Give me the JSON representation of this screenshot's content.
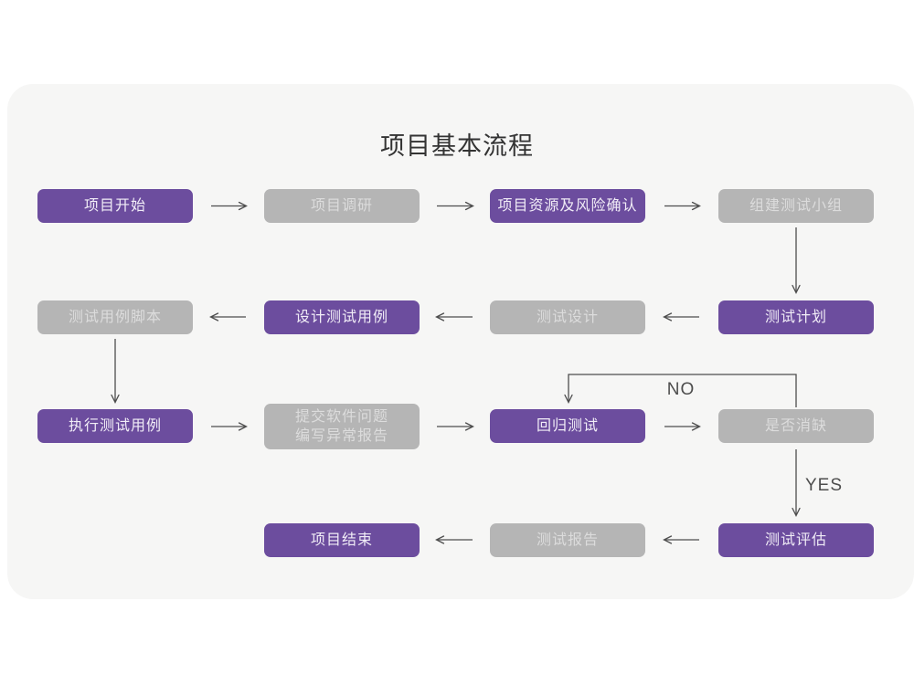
{
  "title": "项目基本流程",
  "decision_labels": {
    "no": "NO",
    "yes": "YES"
  },
  "colors": {
    "card_background": "#f6f6f5",
    "node_purple": "#6c4d9e",
    "node_purple_text": "#f1edf7",
    "node_gray": "#b5b5b5",
    "node_gray_text": "#dcdcdc",
    "arrow": "#4d4d4d",
    "title_text": "#333333"
  },
  "nodes": [
    {
      "id": "project-start",
      "label": "项目开始",
      "variant": "purple"
    },
    {
      "id": "project-research",
      "label": "项目调研",
      "variant": "gray"
    },
    {
      "id": "project-risk",
      "label": "项目资源及风险确认",
      "variant": "purple"
    },
    {
      "id": "build-team",
      "label": "组建测试小组",
      "variant": "gray"
    },
    {
      "id": "test-plan",
      "label": "测试计划",
      "variant": "purple"
    },
    {
      "id": "test-design",
      "label": "测试设计",
      "variant": "gray"
    },
    {
      "id": "design-cases",
      "label": "设计测试用例",
      "variant": "purple"
    },
    {
      "id": "case-script",
      "label": "测试用例脚本",
      "variant": "gray"
    },
    {
      "id": "execute-cases",
      "label": "执行测试用例",
      "variant": "purple"
    },
    {
      "id": "submit-issues",
      "label": "提交软件问题\n编写异常报告",
      "variant": "gray"
    },
    {
      "id": "regression-test",
      "label": "回归测试",
      "variant": "purple"
    },
    {
      "id": "defect-cleared",
      "label": "是否消缺",
      "variant": "gray"
    },
    {
      "id": "test-evaluate",
      "label": "测试评估",
      "variant": "purple"
    },
    {
      "id": "test-report",
      "label": "测试报告",
      "variant": "gray"
    },
    {
      "id": "project-end",
      "label": "项目结束",
      "variant": "purple"
    }
  ]
}
